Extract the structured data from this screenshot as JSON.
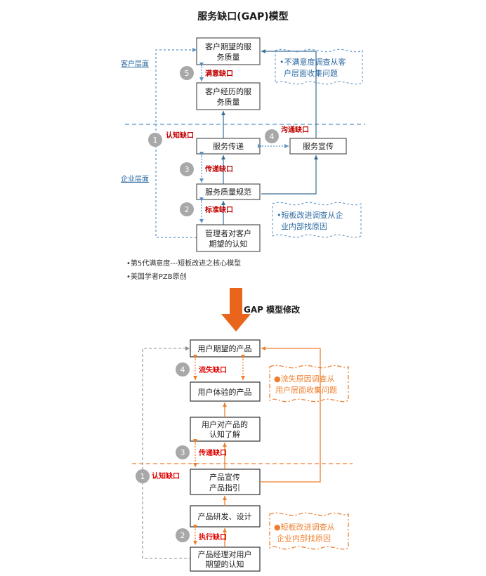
{
  "top": {
    "title": "服务缺口(GAP)模型",
    "layer_customer": "客户层面",
    "layer_enterprise": "企业层面",
    "boxes": {
      "expected": [
        "客户期望的服",
        "务质量"
      ],
      "experienced": [
        "客户经历的服",
        "务质量"
      ],
      "delivery": "服务传递",
      "promotion": "服务宣传",
      "standard": "服务质量规范",
      "perception": [
        "管理者对客户",
        "期望的认知"
      ]
    },
    "gaps": {
      "g5": {
        "num": "5",
        "label": "满意缺口"
      },
      "g1": {
        "num": "1",
        "label": "认知缺口"
      },
      "g4": {
        "num": "4",
        "label": "沟通缺口"
      },
      "g3": {
        "num": "3",
        "label": "传递缺口"
      },
      "g2": {
        "num": "2",
        "label": "标准缺口"
      }
    },
    "notes": {
      "survey": [
        "•不满意度调查从客",
        "户层面收集问题"
      ],
      "internal": [
        "•短板改进调查从企",
        "业内部找原因"
      ]
    },
    "bullets": [
      "•第5代满意度---短板改进之核心模型",
      "•美国学者PZB原创"
    ]
  },
  "arrow_label": "GAP 模型修改",
  "bottom": {
    "boxes": {
      "expected": "用户期望的产品",
      "experienced": "用户体验的产品",
      "understanding": [
        "用户对产品的",
        "认知了解"
      ],
      "promotion": [
        "产品宣传",
        "产品指引"
      ],
      "rnd": "产品研发、设计",
      "manager": [
        "产品经理对用户",
        "期望的认知"
      ]
    },
    "gaps": {
      "g4": {
        "num": "4",
        "label": "流失缺口"
      },
      "g3": {
        "num": "3",
        "label": "传递缺口"
      },
      "g1": {
        "num": "1",
        "label": "认知缺口"
      },
      "g2": {
        "num": "2",
        "label": "执行缺口"
      }
    },
    "notes": {
      "loss": [
        "●流失原因调查从",
        "用户层面收集问题"
      ],
      "internal": [
        "●短板改进调查从",
        "企业内部找原因"
      ]
    }
  },
  "colors": {
    "blue_arrow": "#3a6f95",
    "blue_dash": "#5b93c7",
    "orange": "#ee7f2d",
    "orange_arrow": "#e8651b",
    "gap_red": "#c00000",
    "bubble": "#a8a8a8"
  }
}
